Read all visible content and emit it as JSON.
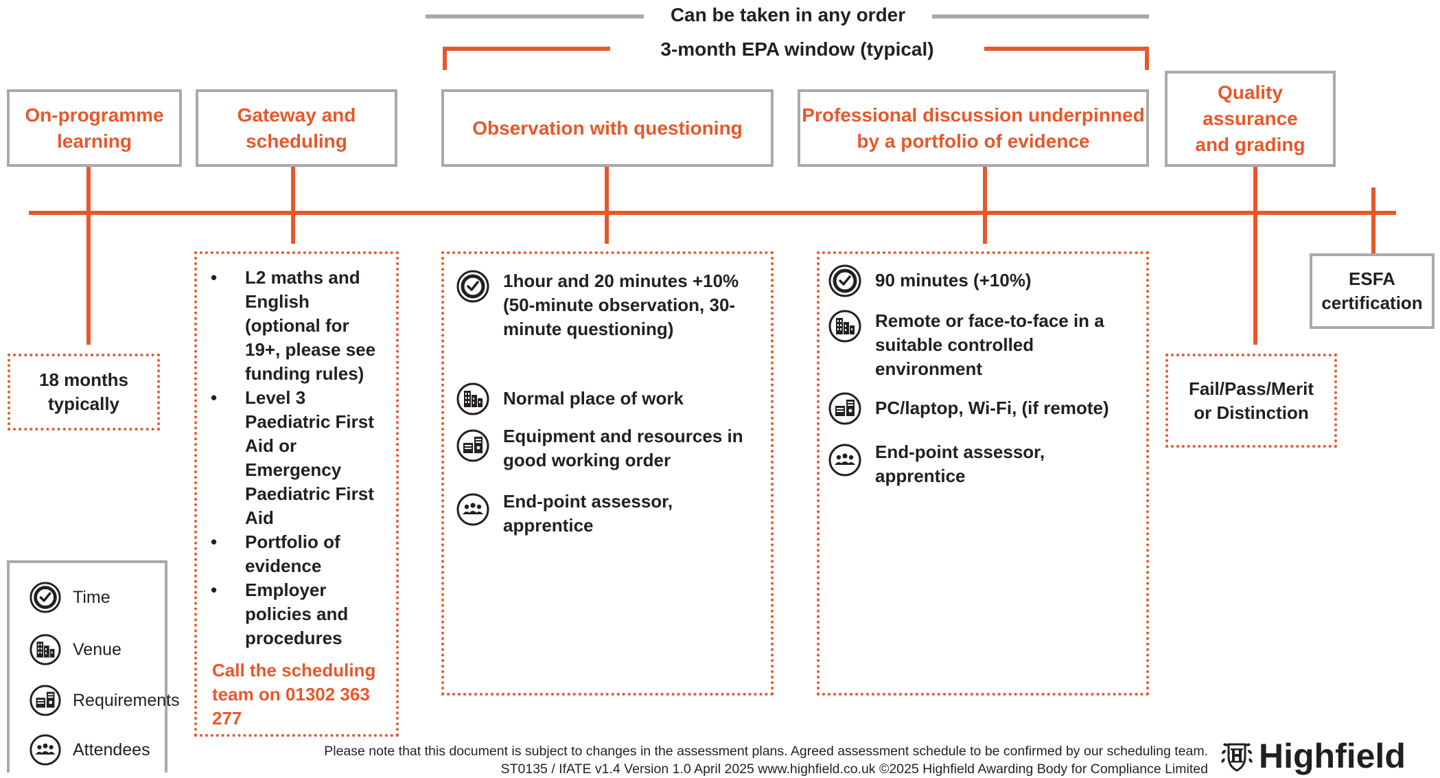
{
  "header": {
    "any_order": "Can be taken in any order",
    "epa_window": "3-month EPA window (typical)"
  },
  "stages": [
    {
      "title": "On-programme learning"
    },
    {
      "title": "Gateway and scheduling"
    },
    {
      "title": "Observation with questioning"
    },
    {
      "title": "Professional discussion underpinned by a portfolio of evidence"
    },
    {
      "title": "Quality assurance and grading"
    },
    {
      "title": "ESFA certification"
    }
  ],
  "on_programme": {
    "duration": "18 months typically"
  },
  "gateway": {
    "requirements": [
      "L2 maths and English (optional for 19+, please see funding rules)",
      "Level 3 Paediatric First Aid or Emergency Paediatric First Aid",
      "Portfolio of evidence",
      "Employer policies and procedures"
    ],
    "call_note": "Call the scheduling team on 01302 363 277"
  },
  "observation": {
    "time": "1hour and 20 minutes +10% (50-minute observation, 30-minute questioning)",
    "venue": "Normal place of work",
    "requirements": "Equipment and resources in good working order",
    "attendees": "End-point assessor, apprentice"
  },
  "discussion": {
    "time": "90 minutes (+10%)",
    "venue": "Remote or face-to-face in a suitable controlled environment",
    "requirements": "PC/laptop, Wi-Fi, (if remote)",
    "attendees": "End-point assessor, apprentice"
  },
  "grading": {
    "outcome": "Fail/Pass/Merit or Distinction"
  },
  "legend": {
    "time": "Time",
    "venue": "Venue",
    "requirements": "Requirements",
    "attendees": "Attendees"
  },
  "icons": {
    "time": "clock-icon",
    "venue": "building-icon",
    "requirements": "equipment-icon",
    "attendees": "people-icon"
  },
  "footer": {
    "note": "Please note that this document is subject to changes in the assessment plans.  Agreed assessment schedule to be confirmed by our scheduling team.",
    "meta": "ST0135 / IfATE v1.4  Version 1.0 April 2025   www.highfield.co.uk   ©2025 Highfield Awarding Body for Compliance Limited",
    "brand": "Highfield"
  },
  "colors": {
    "accent": "#e8572a",
    "grey": "#a7a9ac",
    "text": "#231f20"
  }
}
